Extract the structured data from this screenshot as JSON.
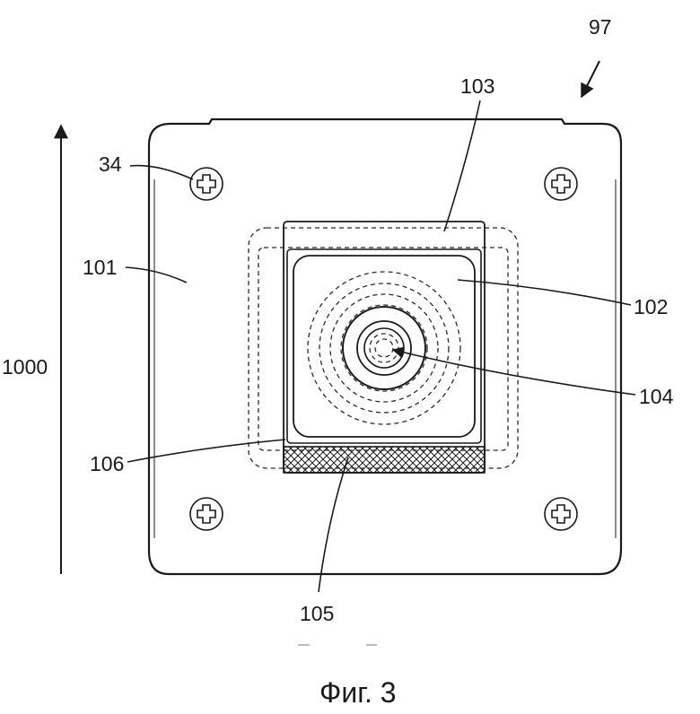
{
  "labels": {
    "assembly": "97",
    "screw": "34",
    "base_plate": "101",
    "frame": "103",
    "window": "102",
    "center": "104",
    "edge": "106",
    "strip": "105",
    "direction": "1000"
  },
  "caption": "Фиг. 3"
}
